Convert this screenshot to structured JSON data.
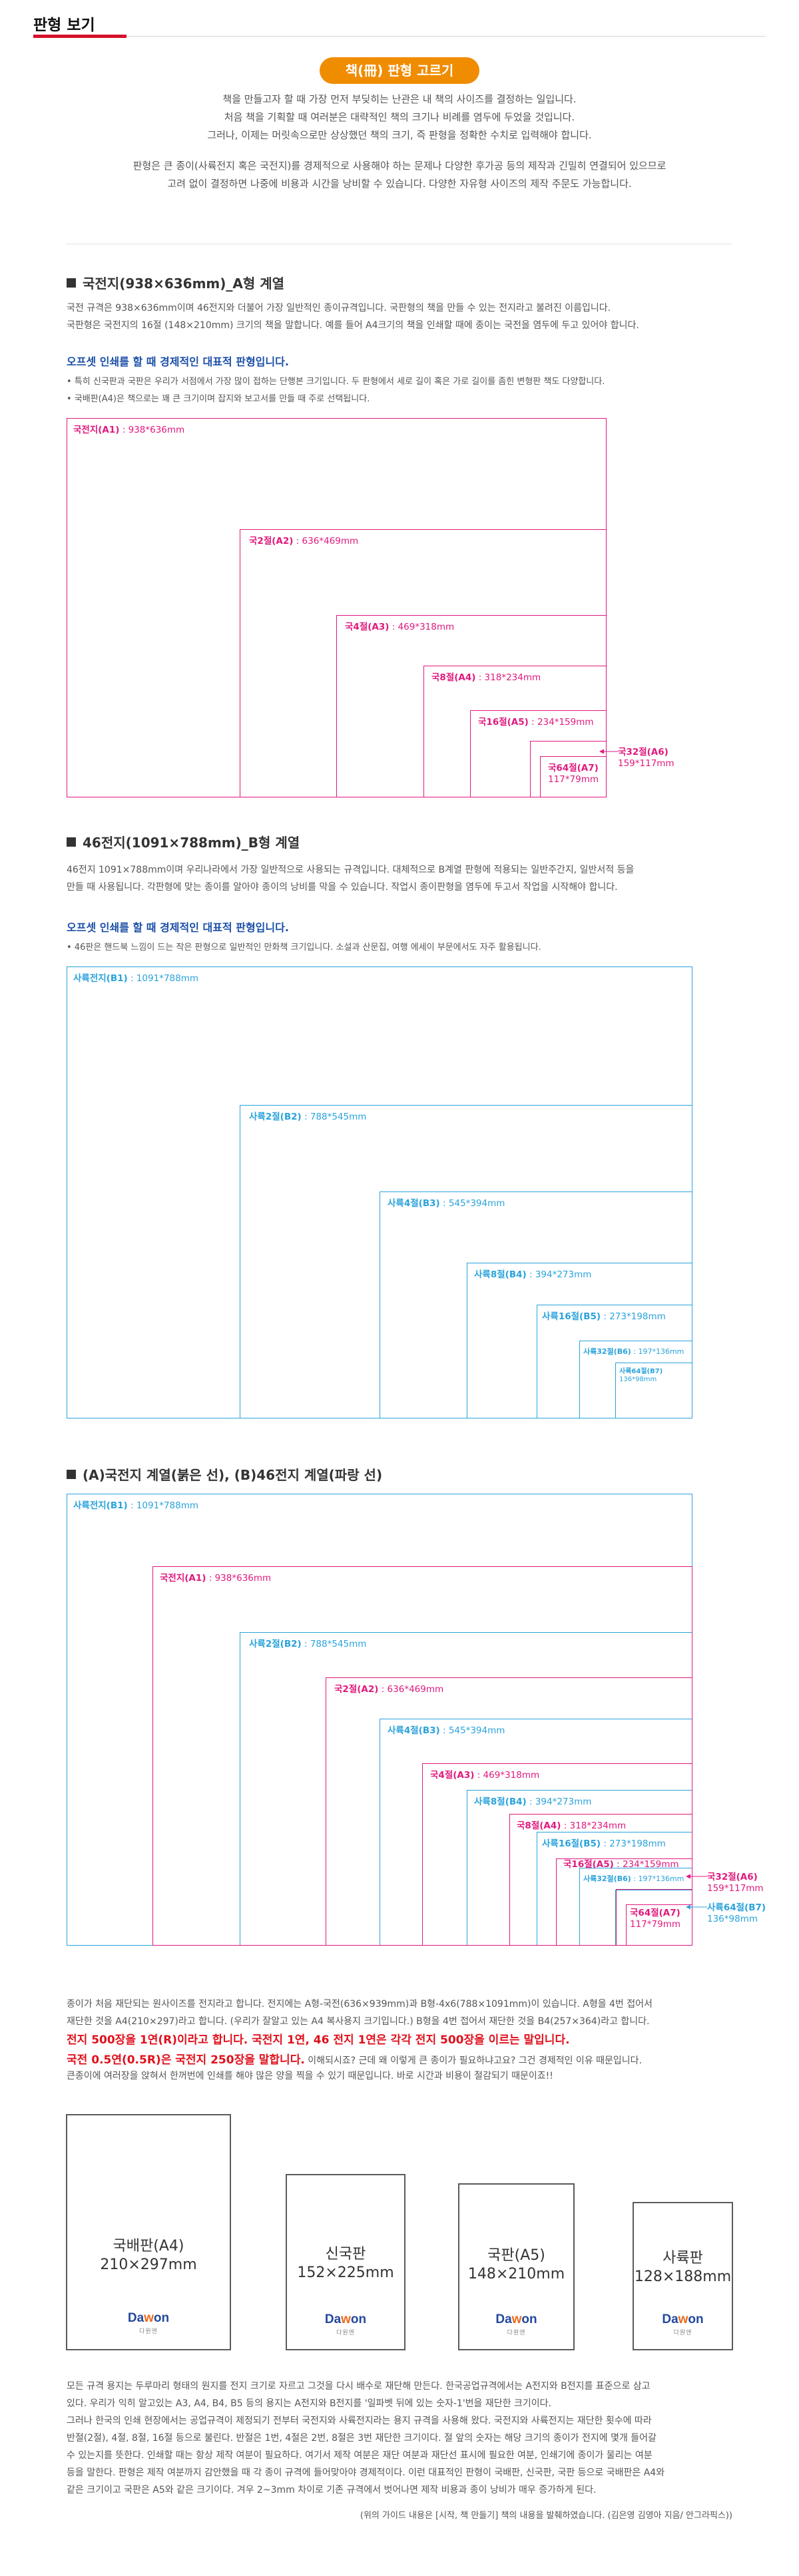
{
  "header": {
    "title": "판형 보기",
    "accent_color": "#d7102a"
  },
  "badge": {
    "label": "책(冊) 판형 고르기",
    "color": "#f08c00"
  },
  "intro": {
    "lines": [
      "책을 만들고자 할 때 가장 먼저 부딪히는 난관은 내 책의 사이즈를 결정하는 일입니다.",
      "처음 책을 기획할 때 여러분은 대략적인 책의 크기나 비례를 염두에 두었을 것입니다.",
      "그러나, 이제는 머릿속으로만 상상했던 책의 크기, 즉 판형을 정확한 수치로 입력해야 합니다.",
      "판형은 큰 종이(사륙전지 혹은 국전지)를 경제적으로 사용해야 하는 문제나 다양한 후가공 등의 제작과 긴밀히 연결되어 있으므로",
      "고려 없이 결정하면 나중에 비용과 시간을 낭비할 수 있습니다. 다양한 자유형 사이즈의 제작 주문도 가능합니다."
    ]
  },
  "section_a": {
    "title": "국전지(938×636mm)_A형 계열",
    "paragraph": [
      "국전 규격은 938×636mm이며 46전지와 더불어 가장 일반적인 종이규격입니다. 국판형의 책을 만들 수 있는 전지라고 불려진 이름입니다.",
      "국판형은 국전지의 16절 (148×210mm) 크기의 책을 말합니다. 예를 들어 A4크기의 책을 인쇄할 때에 종이는 국전을 염두에 두고 있어야 합니다."
    ],
    "subhead": "오프셋 인쇄를 할 때 경제적인 대표적 판형입니다.",
    "bullets": [
      "• 특히 신국판과 국판은 우리가 서점에서 가장 많이 접하는 단행본 크기입니다. 두 판형에서 세로 길이 혹은 가로 길이를 좀힌 변형판 책도 다양합니다.",
      "• 국배판(A4)은 책으로는 꽤 큰 크기이며 잡지와 보고서를 만들 때 주로 선택됩니다."
    ],
    "color": "#e0197d",
    "labels": [
      {
        "name": "국전지(A1)",
        "size": " : 938*636mm"
      },
      {
        "name": "국2절(A2)",
        "size": " : 636*469mm"
      },
      {
        "name": "국4절(A3)",
        "size": " : 469*318mm"
      },
      {
        "name": "국8절(A4)",
        "size": " : 318*234mm"
      },
      {
        "name": "국16절(A5)",
        "size": " : 234*159mm"
      },
      {
        "name": "국32절(A6)",
        "size": "159*117mm"
      },
      {
        "name": "국64절(A7)",
        "size": "117*79mm"
      }
    ]
  },
  "section_b": {
    "title": "46전지(1091×788mm)_B형 계열",
    "paragraph": [
      "46전지 1091×788mm이며 우리나라에서 가장 일반적으로 사용되는 규격입니다. 대체적으로 B계열 판형에 적용되는 일반주간지, 일반서적 등을",
      "만들 때 사용됩니다. 각판형에 맞는 종이를 알아야 종이의 낭비를 막을 수 있습니다. 작업시 종이판형을 염두에 두고서 작업을 시작해야 합니다."
    ],
    "subhead": "오프셋 인쇄를 할 때 경제적인 대표적 판형입니다.",
    "bullets": [
      "• 46판은 핸드북 느낌이 드는 작은 판형으로 일반적인 만화책 크기입니다. 소설과 산문집, 여행 에세이 부문에서도 자주 활용됩니다."
    ],
    "color": "#2aa3db",
    "labels": [
      {
        "name": "사륙전지(B1)",
        "size": " : 1091*788mm"
      },
      {
        "name": "사륙2절(B2)",
        "size": " : 788*545mm"
      },
      {
        "name": "사륙4절(B3)",
        "size": " : 545*394mm"
      },
      {
        "name": "사륙8절(B4)",
        "size": " : 394*273mm"
      },
      {
        "name": "사륙16절(B5)",
        "size": " : 273*198mm"
      },
      {
        "name": "사륙32절(B6)",
        "size": " : 197*136mm"
      },
      {
        "name": "사륙64절(B7)",
        "size": "136*98mm"
      }
    ]
  },
  "section_ab": {
    "title": "(A)국전지 계열(붉은 선), (B)46전지 계열(파랑 선)"
  },
  "notes": {
    "line1": "종이가 처음 재단되는 원사이즈를 전지라고 합니다. 전지에는 A형-국전(636×939mm)과 B형-4x6(788×1091mm)이 있습니다. A형을 4번 접어서",
    "line2": "재단한 것을 A4(210×297)라고 합니다. (우리가 잘알고 있는 A4 복사용지 크기입니다.) B형을 4번 접어서 재단한 것을 B4(257×364)라고 합니다.",
    "red1": "전지 500장을 1연(R)이라고 합니다. 국전지 1연, 46 전지 1연은 각각 전지 500장을 이르는 말입니다.",
    "red2": "국전 0.5연(0.5R)은 국전지 250장을 말합니다.",
    "line3_after": " 이해되시죠? 근데 왜 이렇게 큰 종이가 필요하냐고요? 그건 경제적인 이유 때문입니다.",
    "line4": "큰종이에 여러장을 앉혀서 한꺼번에 인쇄를 해야 많은 양을 찍을 수 있기 때문입니다. 바로 시간과 비용이 절감되기 때문이죠!!"
  },
  "books": [
    {
      "name": "국배판(A4)",
      "size": "210×297mm"
    },
    {
      "name": "신국판",
      "size": "152×225mm"
    },
    {
      "name": "국판(A5)",
      "size": "148×210mm"
    },
    {
      "name": "사륙판",
      "size": "128×188mm"
    }
  ],
  "logo": {
    "brand_a": "Da",
    "brand_w": "w",
    "brand_b": "on",
    "sub": "다원앤"
  },
  "bottom": {
    "lines": [
      "모든 규격 용지는 두루마리 형태의 원지를 전지 크기로 자르고 그것을 다시 배수로 재단해 만든다. 한국공업규격에서는 A전지와 B전지를 표준으로 삼고",
      "있다. 우리가 익히 알고있는 A3, A4, B4, B5 등의 용지는 A전지와 B전지를 '일파벳 뒤에 있는 숫자-1'번을 재단한 크기이다.",
      "그러나 한국의 인쇄 현장에서는 공업규격이 제정되기 전부터 국전지와 사륙전지라는 용지 규격을 사용해 왔다. 국전지와 사륙전지는 재단한 횟수에 따라",
      "반절(2절), 4절, 8절, 16절 등으로 불린다. 반절은 1번, 4절은 2번, 8절은 3번 재단한 크기이다. 절 앞의 숫자는 해당 크기의 종이가 전지에 몇개 들어갈",
      "수 있는지를 뜻한다. 인쇄할 때는 항상 제작 여분이 필요하다. 여기서 제작 여분은 재단 여분과 재단선 표시에 필요한 여분, 인쇄기에 종이가 물리는 여분",
      "등을 말한다. 판형은 제작 여분까지 감안했을 때 각 종이 규격에 들어맞아야 경제적이다. 이런 대표적인 판형이 국배판, 신국판, 국판 등으로 국배판은 A4와",
      "같은 크기이고 국판은 A5와 같은 크기이다. 겨우 2~3mm 차이로 기존 규격에서 벗어나면 제작 비용과 종이 낭비가 매우 증가하게 된다."
    ],
    "credit": "(위의 가이드 내용은 [시작, 책 만들기] 책의 내용을 발췌하였습니다. (김은영 김영아 지음/ 안그라픽스))"
  }
}
